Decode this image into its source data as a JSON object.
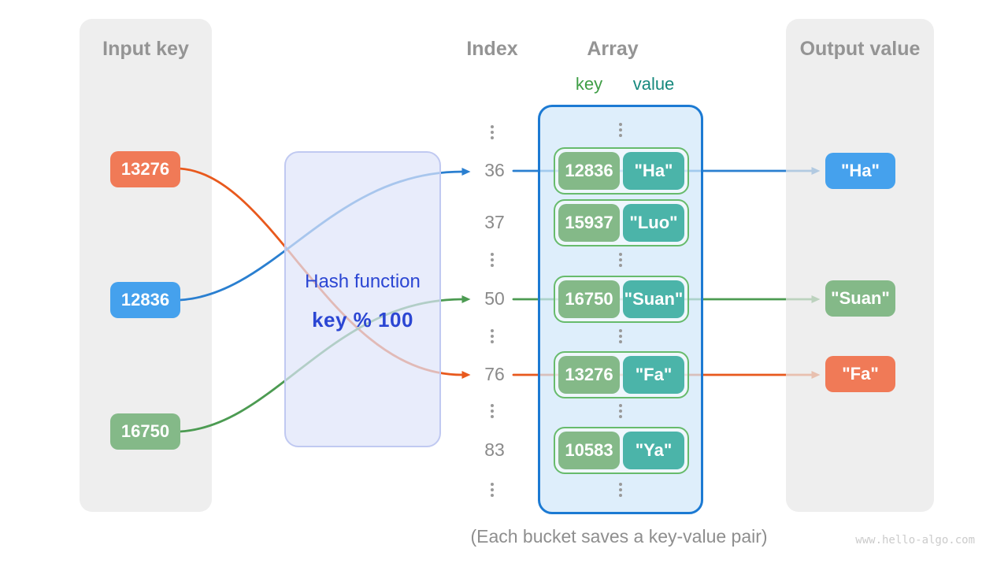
{
  "diagram_title": "Hash function mapping keys to array buckets",
  "input_panel": {
    "title": "Input key",
    "keys": [
      {
        "label": "13276",
        "color": "orange"
      },
      {
        "label": "12836",
        "color": "blue"
      },
      {
        "label": "16750",
        "color": "green"
      }
    ]
  },
  "hash_box": {
    "line1": "Hash function",
    "line2": "key % 100"
  },
  "index_column": {
    "title": "Index",
    "indices": [
      "36",
      "37",
      "50",
      "76",
      "83"
    ]
  },
  "array_panel": {
    "title": "Array",
    "key_label": "key",
    "value_label": "value",
    "buckets": [
      {
        "index": "36",
        "key": "12836",
        "value": "\"Ha\""
      },
      {
        "index": "37",
        "key": "15937",
        "value": "\"Luo\""
      },
      {
        "index": "50",
        "key": "16750",
        "value": "\"Suan\""
      },
      {
        "index": "76",
        "key": "13276",
        "value": "\"Fa\""
      },
      {
        "index": "83",
        "key": "10583",
        "value": "\"Ya\""
      }
    ]
  },
  "output_panel": {
    "title": "Output value",
    "values": [
      {
        "label": "\"Ha\"",
        "color": "blue"
      },
      {
        "label": "\"Suan\"",
        "color": "green"
      },
      {
        "label": "\"Fa\"",
        "color": "orange"
      }
    ]
  },
  "caption": "(Each bucket saves a key-value pair)",
  "watermark": "www.hello-algo.com",
  "icons": {
    "vertical_ellipsis": "⋮"
  },
  "colors": {
    "panel_bg": "#eeeeee",
    "line_blue": "#2a7fd0",
    "line_green": "#4c9b52",
    "line_orange": "#e8591d",
    "badge_blue": "#45a1ed",
    "badge_green": "#84b988",
    "badge_teal": "#4bb4a9",
    "badge_orange": "#f07a57",
    "hash_text": "#2b46d3",
    "hash_box_border": "#c0c9f1",
    "array_border": "#1c7ad3",
    "bucket_border": "#67bb6c",
    "key_label_color": "#3f9e46",
    "value_label_color": "#17897e",
    "header_text": "#949494",
    "index_text": "#8a8a8a",
    "caption_text": "#8e8e8e",
    "watermark_text": "#cbcbcb"
  }
}
